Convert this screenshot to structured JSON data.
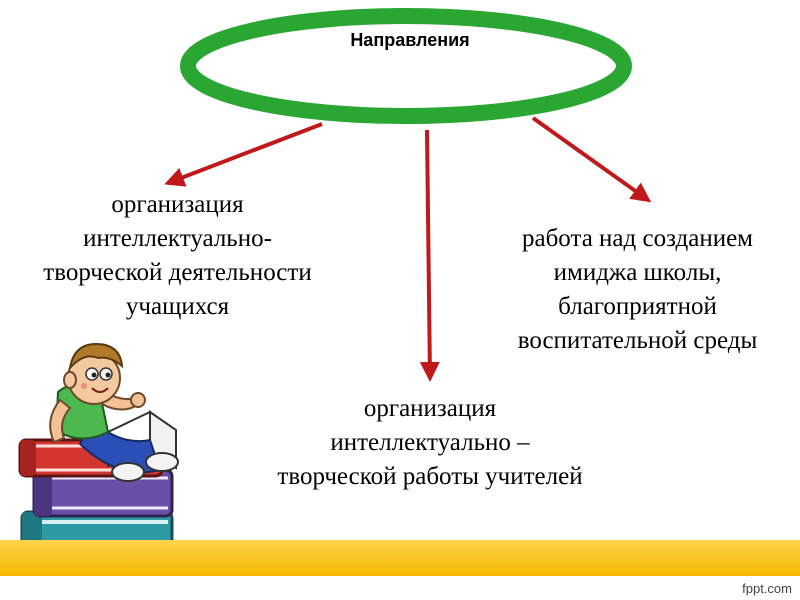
{
  "diagram": {
    "title": "Направления",
    "branches": {
      "left": [
        "организация",
        "интеллектуально-",
        "творческой деятельности",
        "учащихся"
      ],
      "right": [
        "работа над созданием",
        "имиджа школы,",
        "благоприятной",
        "воспитательной среды"
      ],
      "center": [
        "организация",
        "интеллектуально –",
        "творческой работы учителей"
      ]
    }
  },
  "colors": {
    "ellipse_stroke": "#2aa632",
    "arrow": "#c0191b",
    "footer_stripe": "#f7c21a"
  },
  "footer": {
    "site": "fppt.com"
  }
}
